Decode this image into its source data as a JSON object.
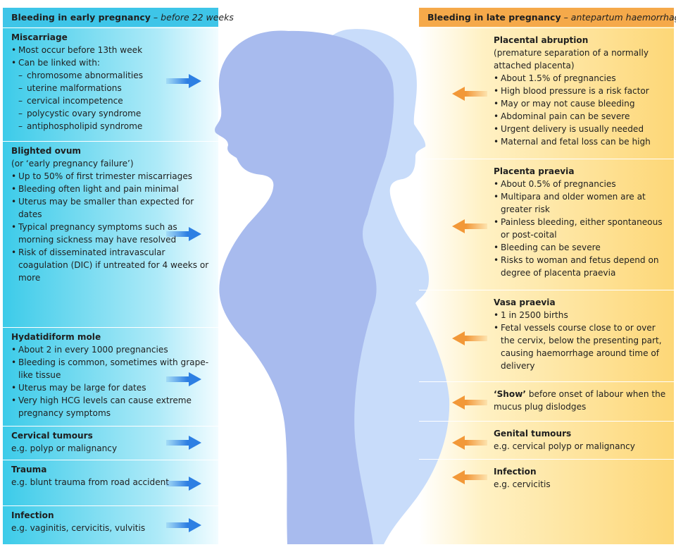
{
  "left": {
    "header": {
      "title": "Bleeding in early pregnancy",
      "subtitle": "– before 22 weeks"
    },
    "boxes": [
      {
        "title": "Miscarriage",
        "lines": [
          {
            "t": "Most occur before 13th week",
            "k": "b"
          },
          {
            "t": "Can be linked with:",
            "k": "b"
          },
          {
            "t": "chromosome abnormalities",
            "k": "d"
          },
          {
            "t": "uterine malformations",
            "k": "d"
          },
          {
            "t": "cervical incompetence",
            "k": "d"
          },
          {
            "t": "polycystic ovary syndrome",
            "k": "d"
          },
          {
            "t": "antiphospholipid syndrome",
            "k": "d"
          }
        ]
      },
      {
        "title": "Blighted ovum",
        "lines": [
          {
            "t": "(or ‘early pregnancy failure’)",
            "k": "p"
          },
          {
            "t": "Up to 50% of first trimester miscarriages",
            "k": "b"
          },
          {
            "t": "Bleeding often light and pain minimal",
            "k": "b"
          },
          {
            "t": "Uterus may be smaller than expected for dates",
            "k": "b"
          },
          {
            "t": "Typical pregnancy symptoms such as morning sickness may have resolved",
            "k": "b"
          },
          {
            "t": "Risk of disseminated intravascular coagulation (DIC) if untreated for 4 weeks or more",
            "k": "b"
          }
        ]
      },
      {
        "title": "Hydatidiform mole",
        "lines": [
          {
            "t": "About 2 in every 1000 pregnancies",
            "k": "b"
          },
          {
            "t": "Bleeding is common, sometimes with grape-like tissue",
            "k": "b"
          },
          {
            "t": "Uterus may be large for dates",
            "k": "b"
          },
          {
            "t": "Very high HCG levels can cause extreme pregnancy symptoms",
            "k": "b"
          }
        ]
      },
      {
        "title": "Cervical tumours",
        "lines": [
          {
            "t": "e.g. polyp or malignancy",
            "k": "p"
          }
        ]
      },
      {
        "title": "Trauma",
        "lines": [
          {
            "t": "e.g. blunt trauma from road accident",
            "k": "p"
          }
        ]
      },
      {
        "title": "Infection",
        "lines": [
          {
            "t": "e.g. vaginitis, cervicitis, vulvitis",
            "k": "p"
          }
        ]
      }
    ]
  },
  "right": {
    "header": {
      "title": "Bleeding in late pregnancy",
      "subtitle": "– antepartum haemorrhage"
    },
    "boxes": [
      {
        "title": "Placental abruption",
        "lines": [
          {
            "t": "(premature separation of a normally attached placenta)",
            "k": "p"
          },
          {
            "t": "About 1.5% of pregnancies",
            "k": "b"
          },
          {
            "t": "High blood pressure is a risk factor",
            "k": "b"
          },
          {
            "t": "May or may not cause bleeding",
            "k": "b"
          },
          {
            "t": "Abdominal pain can be severe",
            "k": "b"
          },
          {
            "t": "Urgent delivery is usually needed",
            "k": "b"
          },
          {
            "t": "Maternal and fetal loss can be high",
            "k": "b"
          }
        ]
      },
      {
        "title": "Placenta praevia",
        "lines": [
          {
            "t": "About 0.5% of pregnancies",
            "k": "b"
          },
          {
            "t": "Multipara and older women are at greater risk",
            "k": "b"
          },
          {
            "t": "Painless bleeding, either spontaneous or post-coital",
            "k": "b"
          },
          {
            "t": "Bleeding can be severe",
            "k": "b"
          },
          {
            "t": "Risks to woman and fetus depend on degree of placenta praevia",
            "k": "b"
          }
        ]
      },
      {
        "title": "Vasa praevia",
        "lines": [
          {
            "t": "1 in 2500 births",
            "k": "b"
          },
          {
            "t": "Fetal vessels course close to or over the cervix, below the presenting part, causing haemorrhage around time of delivery",
            "k": "b"
          }
        ]
      },
      {
        "title": "‘Show’",
        "title_suffix": " before onset of labour when the mucus plug dislodges",
        "lines": []
      },
      {
        "title": "Genital tumours",
        "lines": [
          {
            "t": "e.g. cervical polyp or malignancy",
            "k": "p"
          }
        ]
      },
      {
        "title": "Infection",
        "lines": [
          {
            "t": "e.g. cervicitis",
            "k": "p"
          }
        ]
      }
    ]
  },
  "colors": {
    "left_header": "#3ec5e8",
    "right_header": "#f5a94a",
    "left_box_gradient": [
      "#3ccbe9",
      "#f2fcff"
    ],
    "right_box_gradient": [
      "#ffffff",
      "#fdd777"
    ],
    "silhouette_front": "#a8bbee",
    "silhouette_back": "#c8dcfa",
    "arrow_left_panel": "#2d7fe3",
    "arrow_right_panel": "#f29838"
  }
}
